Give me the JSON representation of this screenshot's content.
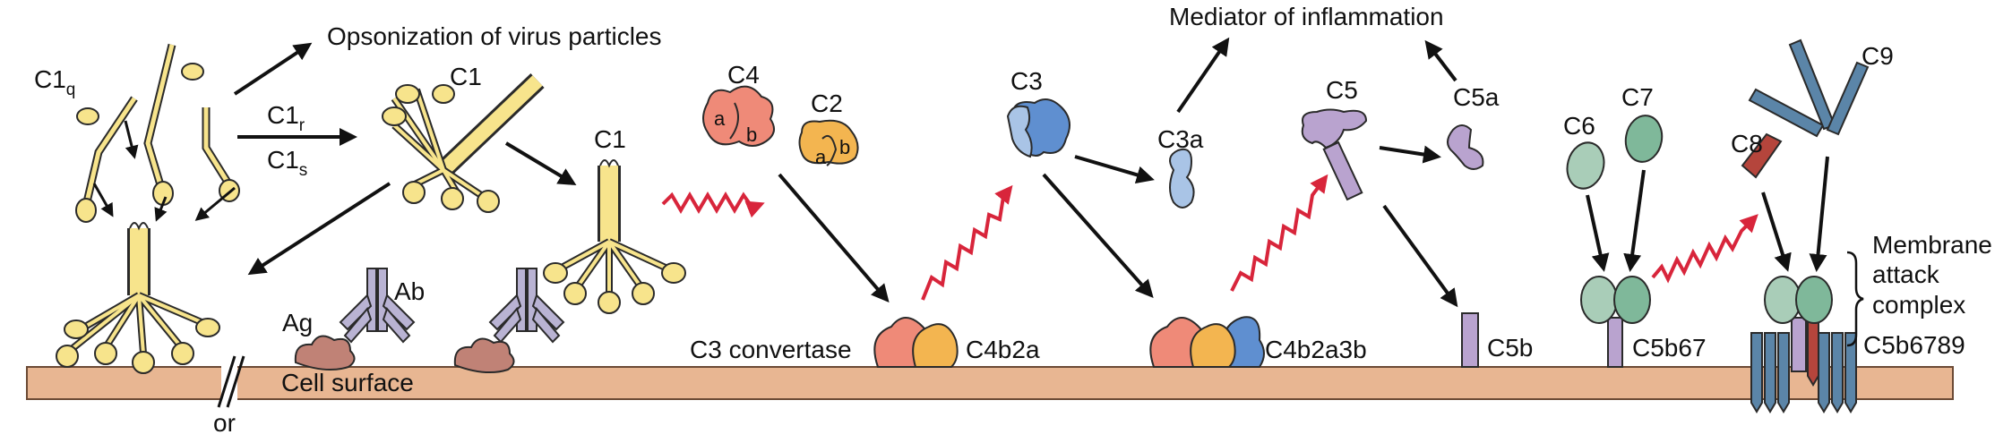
{
  "labels": {
    "c1q": "C1",
    "c1q_sub": "q",
    "c1r": "C1",
    "c1r_sub": "r",
    "c1s": "C1",
    "c1s_sub": "s",
    "opsonization": "Opsonization of virus particles",
    "c1_top": "C1",
    "c1_mid": "C1",
    "ag": "Ag",
    "ab": "Ab",
    "cell_surface": "Cell surface",
    "or": "or",
    "c4": "C4",
    "c2": "C2",
    "c4_a": "a",
    "c4_b": "b",
    "c2_a": "a",
    "c2_b": "b",
    "c3_convertase": "C3 convertase",
    "c4b2a": "C4b2a",
    "c3": "C3",
    "c3a": "C3a",
    "mediator": "Mediator of inflammation",
    "c4b2a3b": "C4b2a3b",
    "c5": "C5",
    "c5a": "C5a",
    "c5b": "C5b",
    "c6": "C6",
    "c7": "C7",
    "c5b67": "C5b67",
    "c8": "C8",
    "c9": "C9",
    "mac_line1": "Membrane",
    "mac_line2": "attack",
    "mac_line3": "complex",
    "c5b6789": "C5b6789"
  },
  "colors": {
    "c1": "#f7e48c",
    "c1_stroke": "#2a2a2a",
    "antibody": "#b9b3d3",
    "antigen": "#c08276",
    "membrane": "#e8b692",
    "c4": "#ef8a78",
    "c2": "#f3b550",
    "c3": "#5f8fd0",
    "c3_light": "#a9c4e6",
    "c5": "#b9a3cf",
    "c6": "#a9cdb8",
    "c7": "#7fb89a",
    "c8": "#b5453c",
    "c9": "#5b85a8",
    "red_arrow": "#d8253b"
  }
}
